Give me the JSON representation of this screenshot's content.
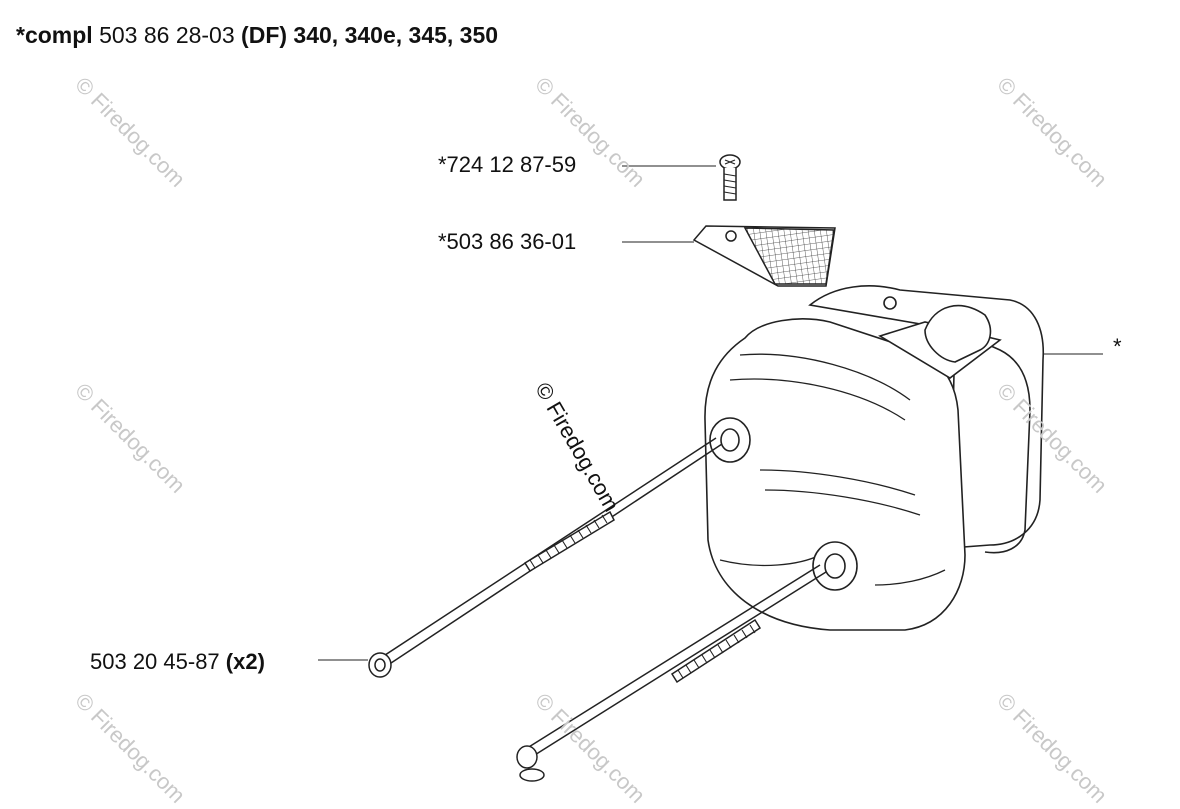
{
  "header": {
    "prefix_bold": "*compl",
    "part_number": "503 86 28-03",
    "variant_bold": "(DF)",
    "models_bold": "340, 340e, 345, 350"
  },
  "labels": {
    "screw": "*724 12 87-59",
    "plate": "*503 86 36-01",
    "muffler": "*",
    "bolt_number": "503 20 45-87",
    "bolt_qty": "(x2)"
  },
  "watermark": {
    "text": "© Firedog.com"
  }
}
